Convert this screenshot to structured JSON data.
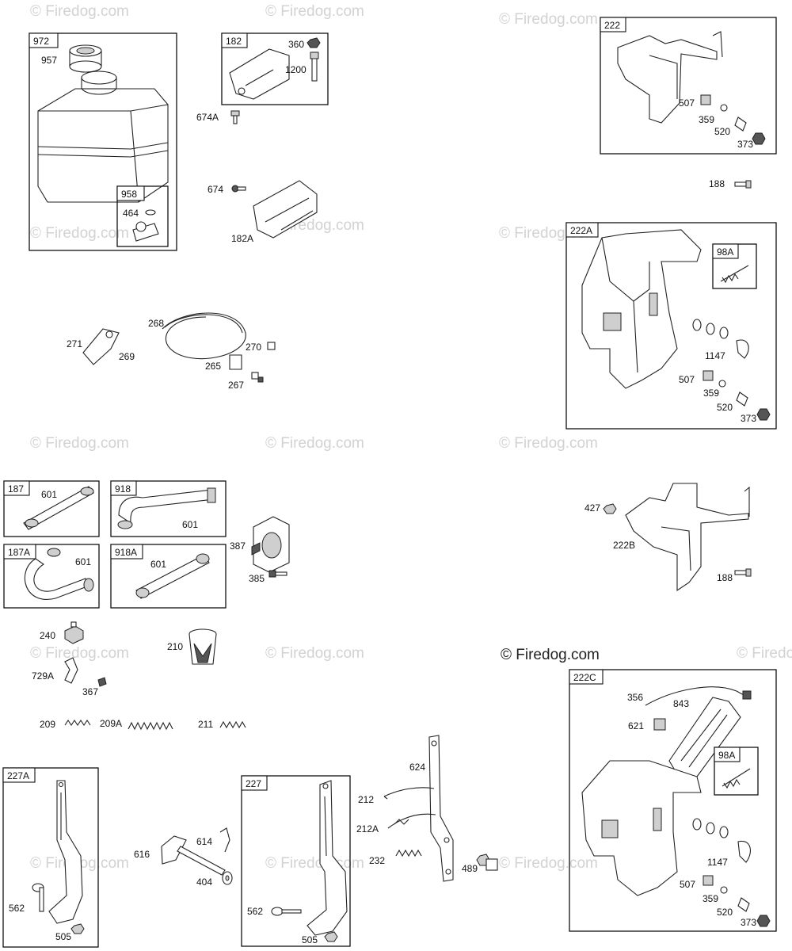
{
  "watermark": {
    "text": "© Firedog.com",
    "main_text": "© Firedog.com"
  },
  "boxes": {
    "b972": "972",
    "b958": "958",
    "b182": "182",
    "b222": "222",
    "b222A": "222A",
    "b98A_1": "98A",
    "b187": "187",
    "b918": "918",
    "b187A": "187A",
    "b918A": "918A",
    "b222C": "222C",
    "b98A_2": "98A",
    "b227A": "227A",
    "b227": "227"
  },
  "labels": {
    "p957": "957",
    "p464": "464",
    "p360": "360",
    "p1200": "1200",
    "p674A": "674A",
    "p674": "674",
    "p182A": "182A",
    "p268": "268",
    "p271": "271",
    "p269": "269",
    "p270": "270",
    "p265": "265",
    "p267": "267",
    "p507a": "507",
    "p359a": "359",
    "p520a": "520",
    "p373a": "373",
    "p188a": "188",
    "p1147a": "1147",
    "p507b": "507",
    "p359b": "359",
    "p520b": "520",
    "p373b": "373",
    "p601a": "601",
    "p601b": "601",
    "p601c": "601",
    "p601d": "601",
    "p387": "387",
    "p385": "385",
    "p427": "427",
    "p222B": "222B",
    "p188b": "188",
    "p240": "240",
    "p729A": "729A",
    "p367": "367",
    "p210": "210",
    "p209": "209",
    "p209A": "209A",
    "p211": "211",
    "p356": "356",
    "p843": "843",
    "p621": "621",
    "p1147b": "1147",
    "p507c": "507",
    "p359c": "359",
    "p520c": "520",
    "p373c": "373",
    "p562a": "562",
    "p505a": "505",
    "p616": "616",
    "p614": "614",
    "p404": "404",
    "p562b": "562",
    "p505b": "505",
    "p624": "624",
    "p212": "212",
    "p212A": "212A",
    "p232": "232",
    "p489": "489"
  }
}
